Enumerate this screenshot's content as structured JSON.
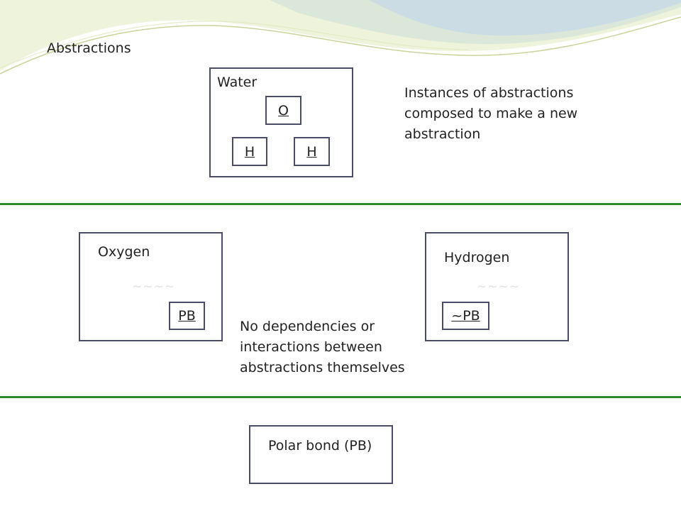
{
  "slide": {
    "title": "Abstractions"
  },
  "water": {
    "label": "Water",
    "atom_o": "O",
    "atom_h1": "H",
    "atom_h2": "H"
  },
  "notes": {
    "composition": [
      "Instances of abstractions",
      "composed to make a new",
      "abstraction"
    ],
    "independence": [
      "No dependencies or",
      "interactions between",
      "abstractions themselves"
    ]
  },
  "oxygen": {
    "label": "Oxygen",
    "port": "PB"
  },
  "hydrogen": {
    "label": "Hydrogen",
    "port": "~PB"
  },
  "polar_bond": {
    "label": "Polar bond (PB)"
  },
  "colors": {
    "box_border": "#4a4d68",
    "divider": "#2e8b2e",
    "swoosh_light": "#e6eed0",
    "swoosh_blue": "#c9d9e6"
  }
}
